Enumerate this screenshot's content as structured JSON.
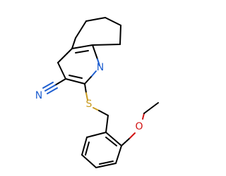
{
  "molecule": {
    "atoms": {
      "nitrile_nitrogen": {
        "symbol": "N",
        "color": "#1f5fd0"
      },
      "ring_nitrogen": {
        "symbol": "N",
        "color": "#1f5fd0"
      },
      "sulfur": {
        "symbol": "S",
        "color": "#c99b20"
      },
      "ether_oxygen": {
        "symbol": "O",
        "color": "#d21414"
      }
    },
    "colors": {
      "bond": "#000000",
      "nitrogen": "#1f5fd0",
      "sulfur": "#c99b20",
      "oxygen": "#d21414"
    }
  }
}
